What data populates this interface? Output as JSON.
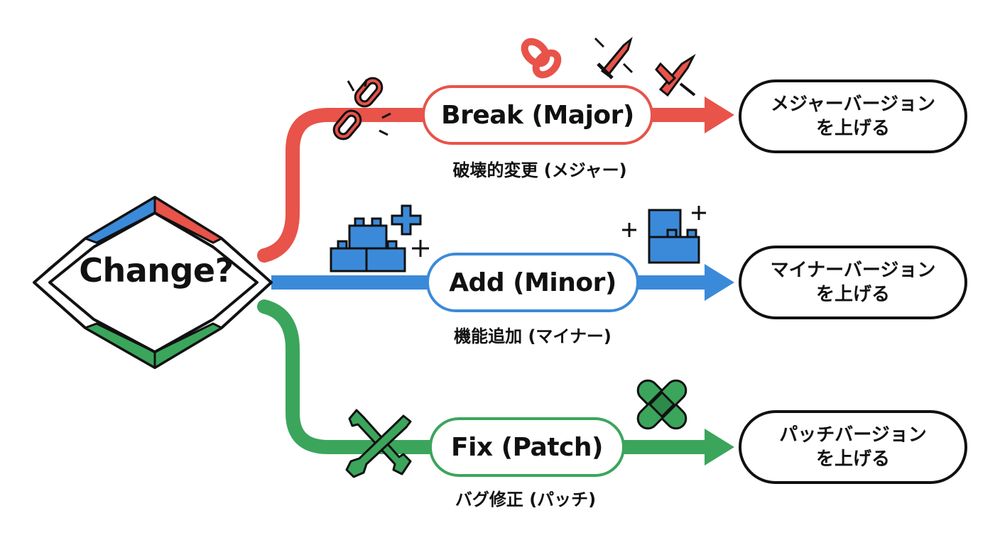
{
  "decision": {
    "label": "Change?"
  },
  "branches": [
    {
      "key": "major",
      "label": "Break (Major)",
      "caption": "破壊的変更 (メジャー)",
      "result_line1": "メジャーバージョン",
      "result_line2": "を上げる",
      "color": "#e8534a"
    },
    {
      "key": "minor",
      "label": "Add (Minor)",
      "caption": "機能追加 (マイナー)",
      "result_line1": "マイナーバージョン",
      "result_line2": "を上げる",
      "color": "#3b8ad9"
    },
    {
      "key": "patch",
      "label": "Fix (Patch)",
      "caption": "バグ修正 (パッチ)",
      "result_line1": "パッチバージョン",
      "result_line2": "を上げる",
      "color": "#3ba55c"
    }
  ],
  "icons": {
    "major": [
      "broken-chain-icon",
      "broken-chain-icon",
      "broken-sword-icon",
      "broken-sword-icon"
    ],
    "minor": [
      "building-blocks-icon",
      "plus-icon",
      "building-blocks-icon",
      "plus-icon"
    ],
    "patch": [
      "wrench-icon",
      "bandage-icon"
    ]
  }
}
